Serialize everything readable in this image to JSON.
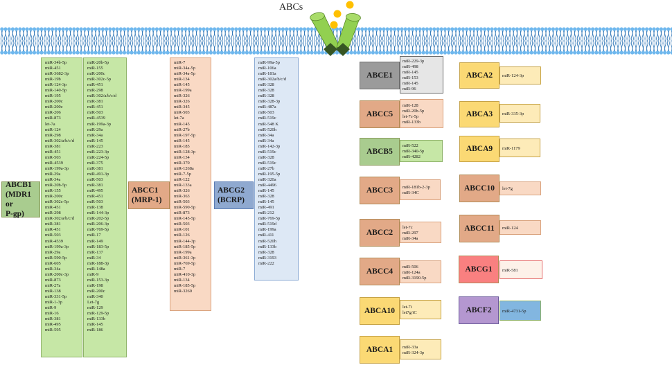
{
  "title": "ABCs",
  "colors": {
    "membrane": "#5aa9e6",
    "transporter": "#92d050",
    "transporter_base": "#375623",
    "substrate": "#ffc000"
  },
  "transporters": {
    "ABCB1": {
      "label_lines": [
        "ABCB1",
        "(MDR1 or",
        "P-gp)"
      ],
      "mirnas_col1": [
        "miR-34b-5p",
        "miR-451",
        "miR-3682-3p",
        "miR-19b",
        "miR-124-3p",
        "miR-140-5p",
        "miR-195",
        "miR-200c",
        "miR-200c",
        "miR-206",
        "miR-873",
        "let-7a",
        "miR-124",
        "miR-298",
        "miR-302/a/b/c/d",
        "miR-381",
        "miR-451",
        "miR-503",
        "miR-4539",
        "miR-199a-3p",
        "miR-29a",
        "miR-34a",
        "miR-20b-5p",
        "miR-155",
        "miR-200c",
        "miR-302c-5p",
        "miR-451",
        "miR-298",
        "miR-302/a/b/c/d",
        "miR-381",
        "miR-451",
        "miR-503",
        "miR-4539",
        "miR-199a-3p",
        "miR-29a",
        "miR-590-5p",
        "miR-605",
        "miR-34a",
        "miR-200c-3p",
        "miR-873",
        "miR-27a",
        "miR-138",
        "miR-331-5p",
        "miR-1-3p",
        "miR-9",
        "miR-16",
        "miR-381",
        "miR-495",
        "miR-595"
      ],
      "mirnas_col2": [
        "miR-20b-5p",
        "miR-155",
        "miR-200c",
        "miR-302c-5p",
        "miR-451",
        "miR-298",
        "miR-302/a/b/c/d",
        "miR-381",
        "miR-451",
        "miR-503",
        "miR-4539",
        "miR-199a-3p",
        "miR-29a",
        "miR-34a",
        "miR-145",
        "miR-223",
        "miR-223-3p",
        "miR-224-5p",
        "miR-375",
        "miR-381",
        "miR-491-3p",
        "miR-503",
        "miR-381",
        "miR-495",
        "miR-451",
        "miR-503",
        "miR-138",
        "miR-144-3p",
        "miR-202-5p",
        "miR-206-3p",
        "miR-769-5p",
        "miR-17",
        "miR-149",
        "miR-183-5p",
        "miR-137",
        "miR-34",
        "miR-188-3p",
        "miR-148a",
        "miR-9",
        "miR-153-3p",
        "miR-198",
        "miR-200c",
        "miR-340",
        "Let-7g",
        "miR-129",
        "miR-129-5p",
        "miR-133b",
        "miR-145",
        "miR-186"
      ]
    },
    "ABCC1": {
      "label_lines": [
        "ABCC1",
        "(MRP-1)"
      ],
      "mirnas": [
        "miR-7",
        "miR-34a-5p",
        "miR-34a-5p",
        "miR-134",
        "miR-145",
        "miR-199a",
        "miR-326",
        "miR-326",
        "miR-345",
        "miR-503",
        "let-7a",
        "miR-145",
        "miR-27b",
        "miR-197-5p",
        "miR-145",
        "miR-185",
        "miR-128-3p",
        "miR-134",
        "miR-370",
        "miR-1268a",
        "miR-7-5p",
        "miR-122",
        "miR-133a",
        "miR-326",
        "miR-363",
        "miR-503",
        "miR-590-5p",
        "miR-873",
        "miR-145-5p",
        "miR-503",
        "miR-101",
        "miR-126",
        "miR-144-3p",
        "miR-185-5p",
        "miR-199a",
        "miR-361-3p",
        "miR-769-5p",
        "miR-7",
        "miR-410-3p",
        "miR-134",
        "miR-185-5p",
        "miR-3260"
      ]
    },
    "ABCG2": {
      "label_lines": [
        "ABCG2",
        "(BCRP)"
      ],
      "mirnas": [
        "miR-99a-5p",
        "miR-106a",
        "miR-181a",
        "miR-302a/b/c/d",
        "miR-328",
        "miR-328",
        "miR-328",
        "miR-328-3p",
        "miR-487a",
        "miR-503",
        "miR-519c",
        "miR-548  K",
        "miR-520h",
        "miR-34a",
        "miR-34a",
        "miR-142-3p",
        "miR-519c",
        "miR-328",
        "miR-519c",
        "miR-27b",
        "miR-195-5p",
        "miR-320a",
        "miR-4496",
        "miR-145",
        "miR-328",
        "miR-145",
        "miR-491",
        "miR-212",
        "miR-769-5p",
        "miR-519d",
        "miR-199a",
        "miR-411",
        "miR-520h",
        "miR-133b",
        "miR-328",
        "miR-3193",
        "miR-222"
      ]
    },
    "ABCE1": {
      "label": "ABCE1",
      "mirnas": [
        "miR-229-3p",
        "miR-498",
        "miR-145",
        "miR-153",
        "miR-145",
        "miR-96"
      ]
    },
    "ABCC5": {
      "label": "ABCC5",
      "mirnas": [
        "miR-128",
        "miR-20b-5p",
        "let-7c-5p",
        "miR-133b"
      ]
    },
    "ABCB5": {
      "label": "ABCB5",
      "mirnas": [
        "miR-522",
        "miR-340-5p",
        "miR-4282"
      ]
    },
    "ABCC3": {
      "label": "ABCC3",
      "mirnas": [
        "miR-181b-2-3p",
        "miR-34C"
      ]
    },
    "ABCC2": {
      "label": "ABCC2",
      "mirnas": [
        "let-7c",
        "miR-297",
        "miR-34a"
      ]
    },
    "ABCC4": {
      "label": "ABCC4",
      "mirnas": [
        "miR-506",
        "miR-124a",
        "miR-3190-5p"
      ]
    },
    "ABCA10": {
      "label": "ABCA10",
      "mirnas": [
        "let-7i",
        "let7g/iC"
      ]
    },
    "ABCA1": {
      "label": "ABCA1",
      "mirnas": [
        "miR-33a",
        "miR-324-3p"
      ]
    },
    "ABCA2": {
      "label": "ABCA2",
      "mirnas": [
        "miR-124-3p"
      ]
    },
    "ABCA3": {
      "label": "ABCA3",
      "mirnas": [
        "miR-335-3p"
      ]
    },
    "ABCA9": {
      "label": "ABCA9",
      "mirnas": [
        "miR-1179"
      ]
    },
    "ABCC10": {
      "label": "ABCC10",
      "mirnas": [
        "let-7g"
      ]
    },
    "ABCC11": {
      "label": "ABCC11",
      "mirnas": [
        "miR-124"
      ]
    },
    "ABCG1": {
      "label": "ABCG1",
      "mirnas": [
        "miR-581"
      ]
    },
    "ABCF2": {
      "label": "ABCF2",
      "mirnas": [
        "miR-4731-5p"
      ]
    }
  }
}
